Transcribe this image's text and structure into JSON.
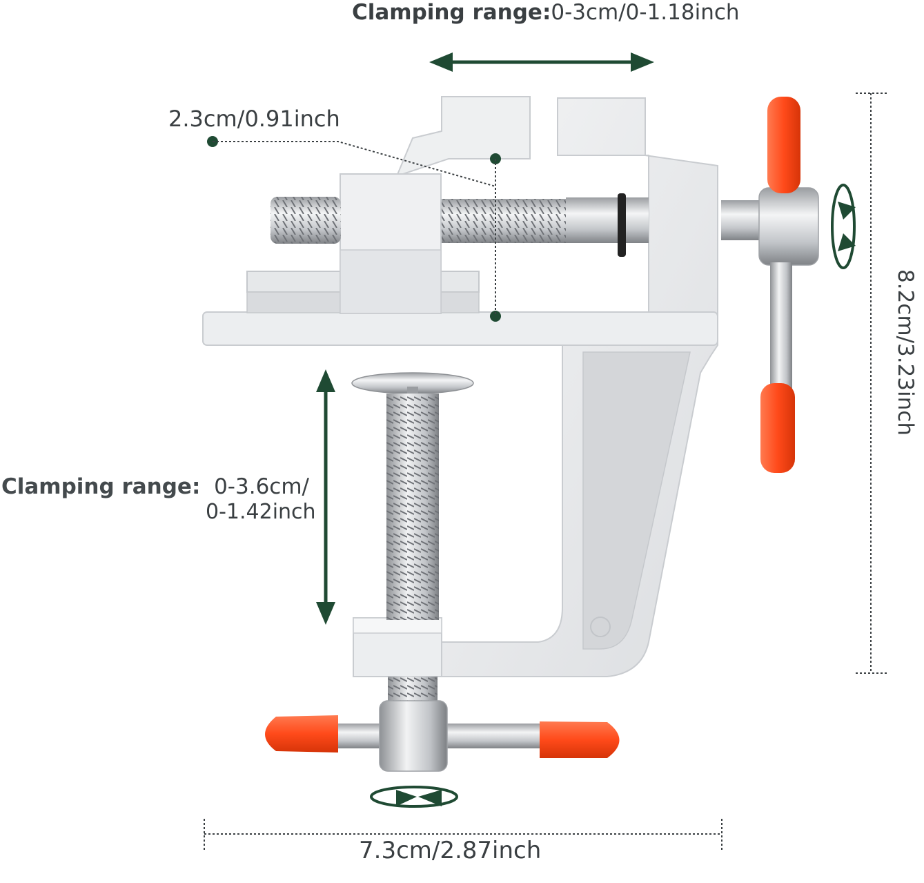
{
  "labels": {
    "top_range_head": "Clamping range:",
    "top_range_value": "0-3cm/0-1.18inch",
    "jaw_width": "2.3cm/0.91inch",
    "side_range_head": "Clamping range:",
    "side_range_value_1": "0-3.6cm/",
    "side_range_value_2": "0-1.42inch",
    "height": "8.2cm/3.23inch",
    "width": "7.3cm/2.87inch"
  },
  "colors": {
    "accent": "#1f4a33",
    "text": "#3a3f42",
    "body_aluminium": "#e9eaec",
    "steel": "#b9bcc0",
    "handle_cap": "#ff4a1a"
  }
}
